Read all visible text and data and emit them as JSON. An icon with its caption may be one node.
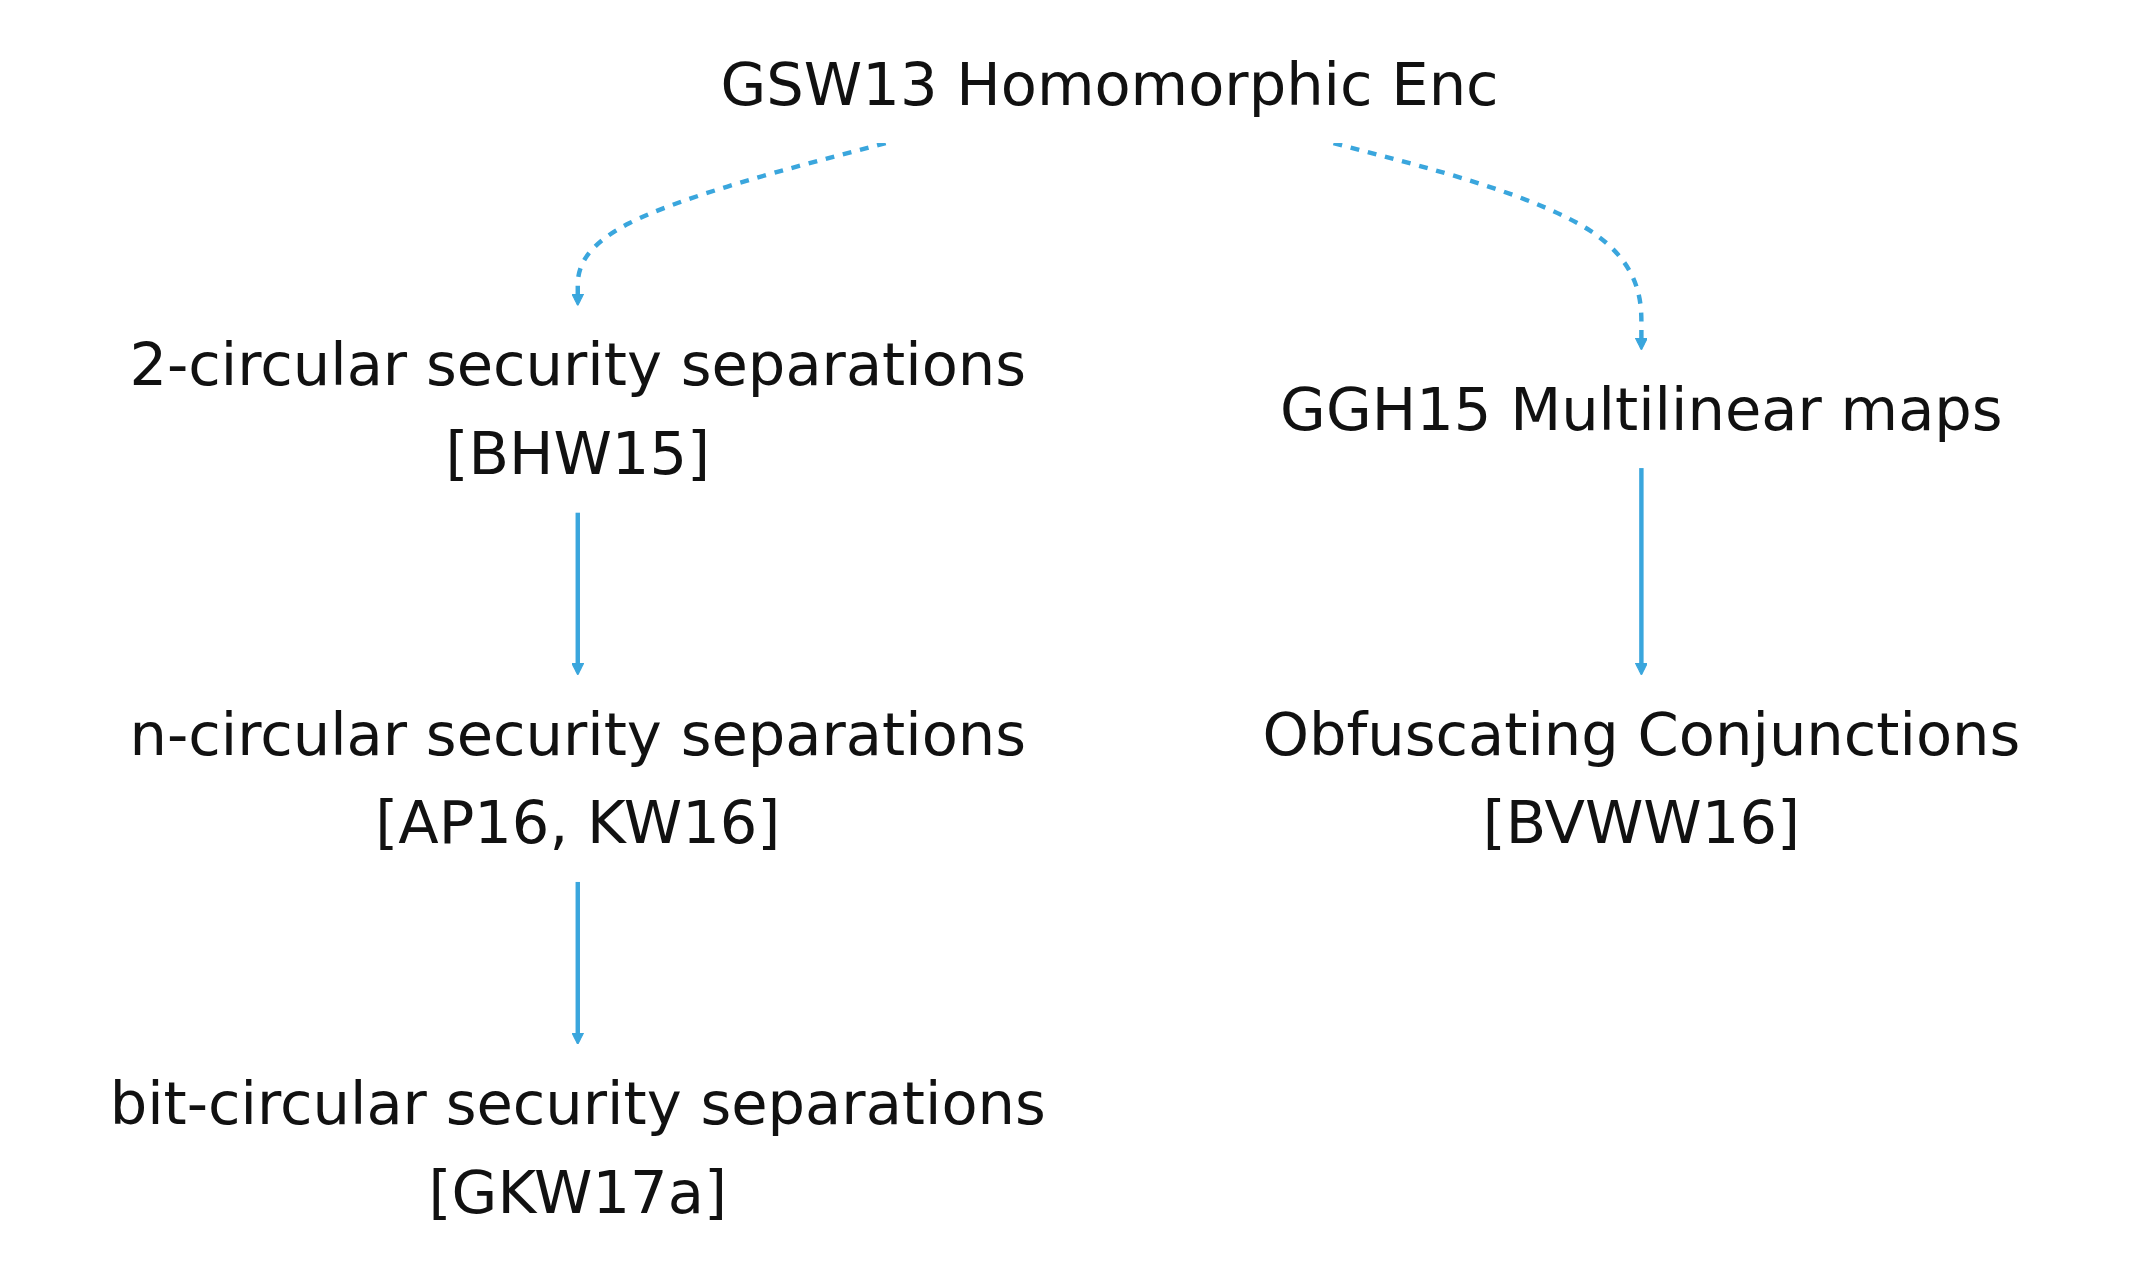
{
  "diagram": {
    "nodes": [
      {
        "text": [
          "GSW13 Homomorphic Enc"
        ]
      },
      {
        "text": [
          "2-circular security separations",
          "[BHW15]"
        ]
      },
      {
        "text": [
          "n-circular security separations",
          "[AP16, KW16]"
        ]
      },
      {
        "text": [
          "bit-circular security separations",
          "[GKW17a]"
        ]
      },
      {
        "text": [
          "GGH15 Multilinear maps"
        ]
      },
      {
        "text": [
          "Obfuscating Conjunctions",
          "[BVWW16]"
        ]
      }
    ],
    "edges": [
      {
        "from": 0,
        "to": 1,
        "arrow": "to",
        "style": "dashed"
      },
      {
        "from": 0,
        "to": 4,
        "arrow": "to",
        "style": "dashed"
      },
      {
        "from": 1,
        "to": 2,
        "arrow": "to"
      },
      {
        "from": 2,
        "to": 3,
        "arrow": "to"
      },
      {
        "from": 4,
        "to": 5,
        "arrow": "to"
      }
    ]
  }
}
